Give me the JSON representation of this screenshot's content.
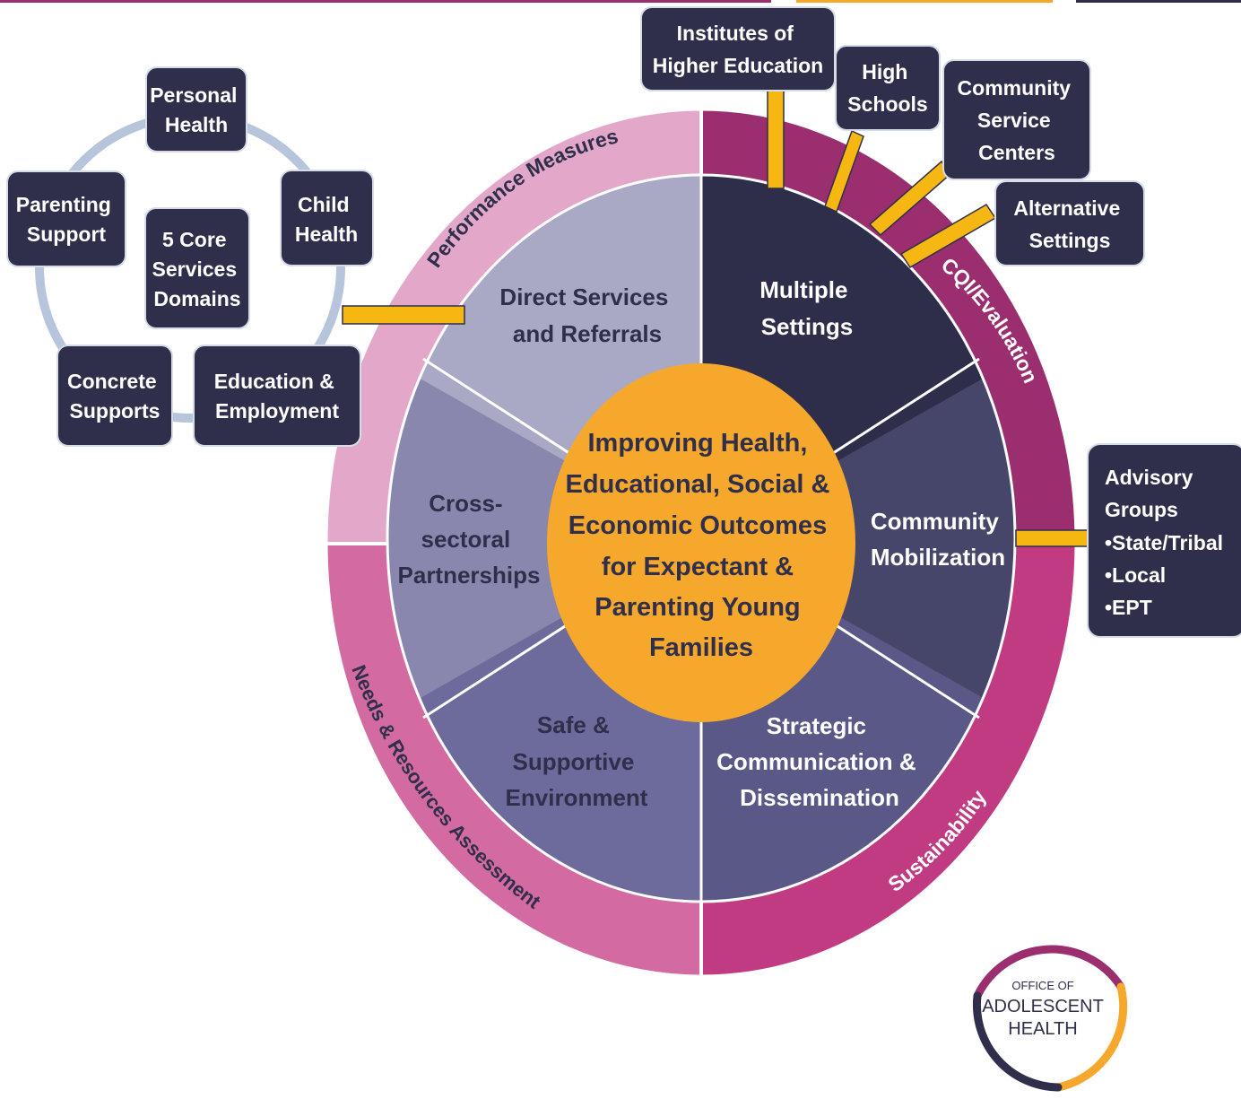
{
  "center": {
    "lines": [
      "Improving Health,",
      "Educational, Social &",
      "Economic Outcomes",
      "for Expectant &",
      "Parenting Young",
      "Families"
    ]
  },
  "segments": {
    "direct_services": [
      "Direct Services",
      "and Referrals"
    ],
    "multiple_settings": [
      "Multiple",
      "Settings"
    ],
    "community_mobilization": [
      "Community",
      "Mobilization"
    ],
    "strategic_communication": [
      "Strategic",
      "Communication &",
      "Dissemination"
    ],
    "safe_environment": [
      "Safe &",
      "Supportive",
      "Environment"
    ],
    "cross_sectoral": [
      "Cross-",
      "sectoral",
      "Partnerships"
    ]
  },
  "ring_labels": {
    "performance_measures": "Performance Measures",
    "cqi_evaluation": "CQI/Evaluation",
    "sustainability": "Sustainability",
    "needs_assessment": "Needs & Resources Assessment"
  },
  "core_domains": {
    "center": [
      "5 Core",
      "Services",
      "Domains"
    ],
    "personal_health": [
      "Personal",
      "Health"
    ],
    "child_health": [
      "Child",
      "Health"
    ],
    "education_employment": [
      "Education &",
      "Employment"
    ],
    "concrete_supports": [
      "Concrete",
      "Supports"
    ],
    "parenting_support": [
      "Parenting",
      "Support"
    ]
  },
  "settings": {
    "institutes": [
      "Institutes of",
      "Higher Education"
    ],
    "high_schools": [
      "High",
      "Schools"
    ],
    "community_centers": [
      "Community",
      "Service",
      "Centers"
    ],
    "alternative": [
      "Alternative",
      "Settings"
    ]
  },
  "advisory": [
    "Advisory",
    "Groups",
    "•State/Tribal",
    "•Local",
    "•EPT"
  ],
  "logo": {
    "line1": "OFFICE OF",
    "line2": "ADOLESCENT",
    "line3": "HEALTH"
  },
  "colors": {
    "navy": "#2f2f4c",
    "orange": "#f5a82b",
    "connector": "#f6b713",
    "magenta_dark": "#9b2e6f",
    "magenta": "#c13b83",
    "pink_light": "#e3a8c9",
    "pink_mid": "#d36aa2"
  }
}
